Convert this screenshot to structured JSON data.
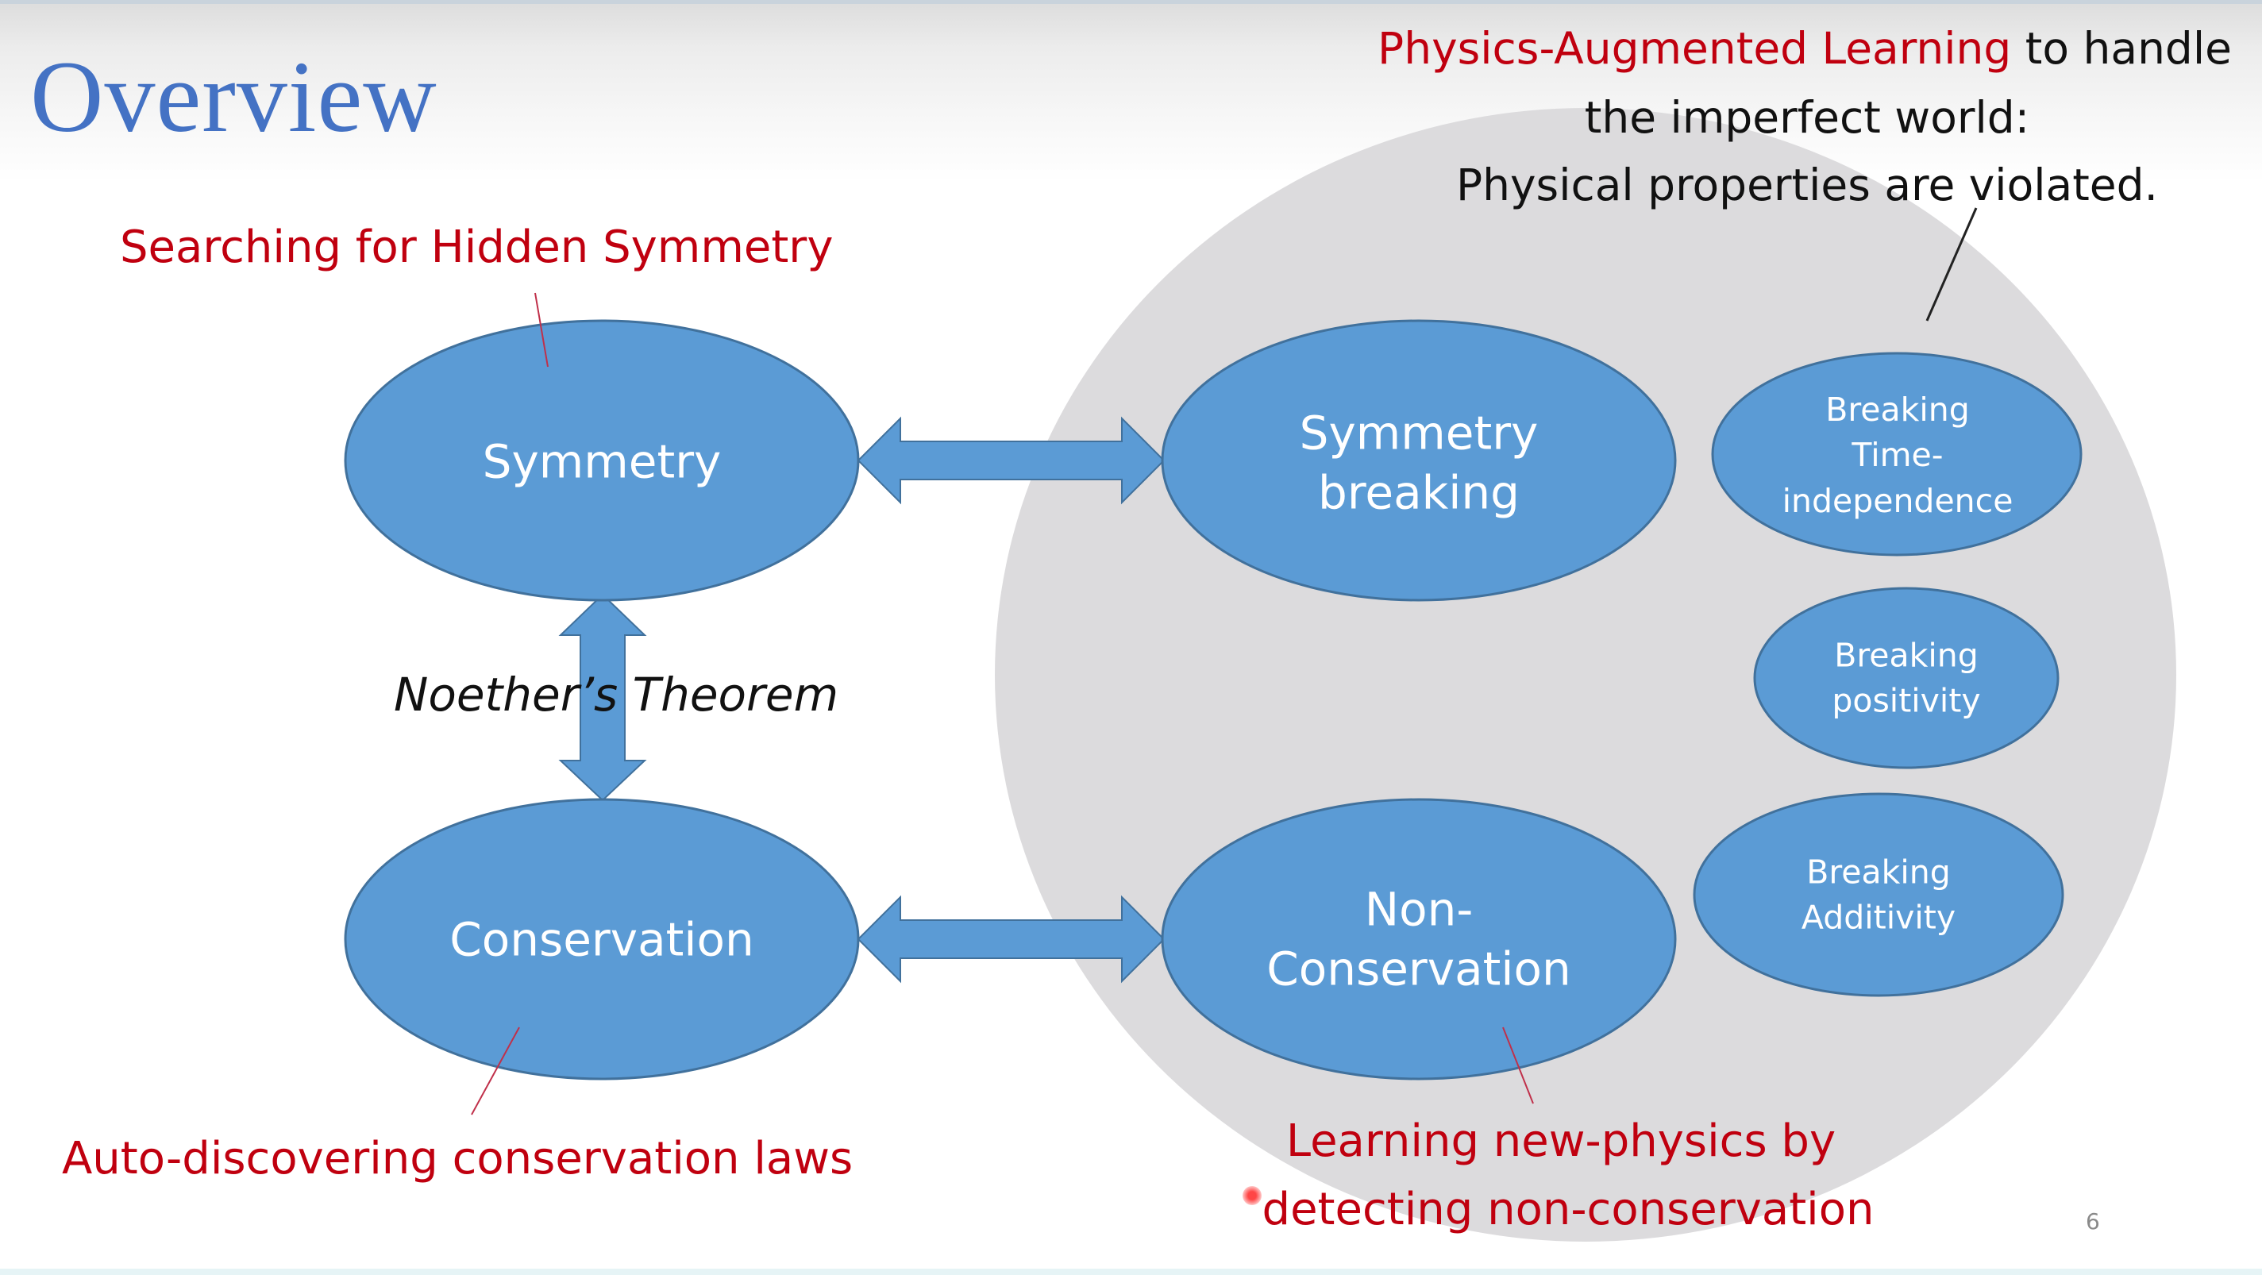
{
  "slide": {
    "title": "Overview",
    "page_number": "6"
  },
  "colors": {
    "title": "#4472C4",
    "node_fill": "#5B9BD5",
    "node_stroke": "#41719C",
    "outer_circle": "#DCDBDD",
    "annotation_red": "#C0000F",
    "text_black": "#111111"
  },
  "annotations": {
    "hidden_symmetry": "Searching for Hidden Symmetry",
    "auto_discovering": "Auto-discovering conservation laws",
    "learning_line1": "Learning new-physics by",
    "learning_line2": "detecting non-conservation",
    "physics_aug_red": "Physics-Augmented Learning",
    "physics_aug_rest": " to handle",
    "imperfect_world": "the imperfect world:",
    "violated": "Physical properties are violated."
  },
  "connectors": {
    "noether": "Noether’s Theorem"
  },
  "nodes": {
    "symmetry": {
      "lines": [
        "Symmetry"
      ]
    },
    "conservation": {
      "lines": [
        "Conservation"
      ]
    },
    "symmetry_breaking": {
      "lines": [
        "Symmetry",
        "breaking"
      ]
    },
    "non_conservation": {
      "lines": [
        "Non-",
        "Conservation"
      ]
    },
    "breaking_time": {
      "lines": [
        "Breaking",
        "Time-",
        "independence"
      ]
    },
    "breaking_positivity": {
      "lines": [
        "Breaking",
        "positivity"
      ]
    },
    "breaking_additivity": {
      "lines": [
        "Breaking",
        "Additivity"
      ]
    }
  }
}
